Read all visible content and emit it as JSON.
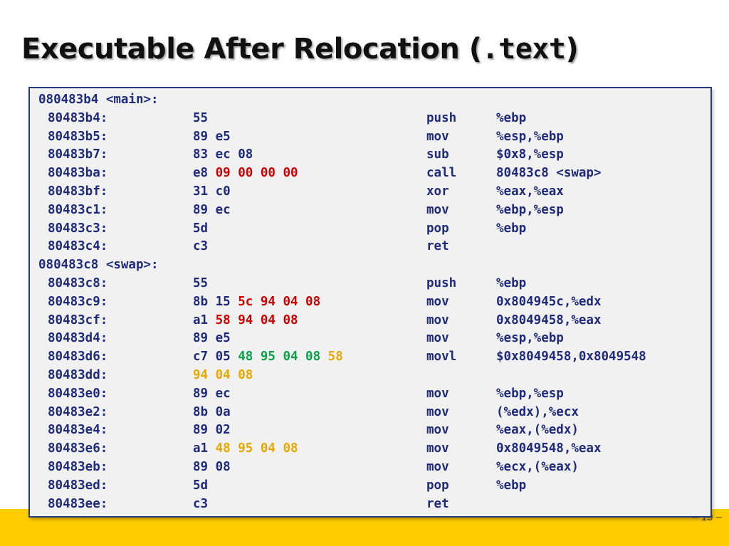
{
  "title": {
    "prefix": "Executable After Relocation (",
    "mono": ".text",
    "suffix": ")"
  },
  "page_number": "– 19 –",
  "colors": {
    "navy": "#1f2b7a",
    "red": "#cc0000",
    "green": "#0aa04a",
    "gold": "#e6a800",
    "footer": "#ffcc00"
  },
  "lines": [
    {
      "label": "080483b4 <main>:"
    },
    {
      "addr": "80483b4:",
      "bytes": [
        [
          "55",
          "navy"
        ]
      ],
      "op": "push",
      "args": "%ebp"
    },
    {
      "addr": "80483b5:",
      "bytes": [
        [
          "89",
          "navy"
        ],
        [
          "e5",
          "navy"
        ]
      ],
      "op": "mov",
      "args": "%esp,%ebp"
    },
    {
      "addr": "80483b7:",
      "bytes": [
        [
          "83",
          "navy"
        ],
        [
          "ec",
          "navy"
        ],
        [
          "08",
          "navy"
        ]
      ],
      "op": "sub",
      "args": "$0x8,%esp"
    },
    {
      "addr": "80483ba:",
      "bytes": [
        [
          "e8",
          "navy"
        ],
        [
          "09",
          "red"
        ],
        [
          "00",
          "red"
        ],
        [
          "00",
          "red"
        ],
        [
          "00",
          "red"
        ]
      ],
      "op": "call",
      "args": "80483c8 <swap>"
    },
    {
      "addr": "80483bf:",
      "bytes": [
        [
          "31",
          "navy"
        ],
        [
          "c0",
          "navy"
        ]
      ],
      "op": "xor",
      "args": "%eax,%eax"
    },
    {
      "addr": "80483c1:",
      "bytes": [
        [
          "89",
          "navy"
        ],
        [
          "ec",
          "navy"
        ]
      ],
      "op": "mov",
      "args": "%ebp,%esp"
    },
    {
      "addr": "80483c3:",
      "bytes": [
        [
          "5d",
          "navy"
        ]
      ],
      "op": "pop",
      "args": "%ebp"
    },
    {
      "addr": "80483c4:",
      "bytes": [
        [
          "c3",
          "navy"
        ]
      ],
      "op": "ret",
      "args": ""
    },
    {
      "label": "080483c8 <swap>:"
    },
    {
      "addr": "80483c8:",
      "bytes": [
        [
          "55",
          "navy"
        ]
      ],
      "op": "push",
      "args": "%ebp"
    },
    {
      "addr": "80483c9:",
      "bytes": [
        [
          "8b",
          "navy"
        ],
        [
          "15",
          "navy"
        ],
        [
          "5c",
          "red"
        ],
        [
          "94",
          "red"
        ],
        [
          "04",
          "red"
        ],
        [
          "08",
          "red"
        ]
      ],
      "op": "mov",
      "args": "0x804945c,%edx"
    },
    {
      "addr": "80483cf:",
      "bytes": [
        [
          "a1",
          "navy"
        ],
        [
          "58",
          "red"
        ],
        [
          "94",
          "red"
        ],
        [
          "04",
          "red"
        ],
        [
          "08",
          "red"
        ]
      ],
      "op": "mov",
      "args": "0x8049458,%eax"
    },
    {
      "addr": "80483d4:",
      "bytes": [
        [
          "89",
          "navy"
        ],
        [
          "e5",
          "navy"
        ]
      ],
      "op": "mov",
      "args": "%esp,%ebp"
    },
    {
      "addr": "80483d6:",
      "bytes": [
        [
          "c7",
          "navy"
        ],
        [
          "05",
          "navy"
        ],
        [
          "48",
          "green"
        ],
        [
          "95",
          "green"
        ],
        [
          "04",
          "green"
        ],
        [
          "08",
          "green"
        ],
        [
          "58",
          "gold"
        ]
      ],
      "op": "movl",
      "args": "$0x8049458,0x8049548"
    },
    {
      "addr": "80483dd:",
      "bytes": [
        [
          "94",
          "gold"
        ],
        [
          "04",
          "gold"
        ],
        [
          "08",
          "gold"
        ]
      ],
      "op": "",
      "args": ""
    },
    {
      "addr": "80483e0:",
      "bytes": [
        [
          "89",
          "navy"
        ],
        [
          "ec",
          "navy"
        ]
      ],
      "op": "mov",
      "args": "%ebp,%esp"
    },
    {
      "addr": "80483e2:",
      "bytes": [
        [
          "8b",
          "navy"
        ],
        [
          "0a",
          "navy"
        ]
      ],
      "op": "mov",
      "args": "(%edx),%ecx"
    },
    {
      "addr": "80483e4:",
      "bytes": [
        [
          "89",
          "navy"
        ],
        [
          "02",
          "navy"
        ]
      ],
      "op": "mov",
      "args": "%eax,(%edx)"
    },
    {
      "addr": "80483e6:",
      "bytes": [
        [
          "a1",
          "navy"
        ],
        [
          "48",
          "gold"
        ],
        [
          "95",
          "gold"
        ],
        [
          "04",
          "gold"
        ],
        [
          "08",
          "gold"
        ]
      ],
      "op": "mov",
      "args": "0x8049548,%eax"
    },
    {
      "addr": "80483eb:",
      "bytes": [
        [
          "89",
          "navy"
        ],
        [
          "08",
          "navy"
        ]
      ],
      "op": "mov",
      "args": "%ecx,(%eax)"
    },
    {
      "addr": "80483ed:",
      "bytes": [
        [
          "5d",
          "navy"
        ]
      ],
      "op": "pop",
      "args": "%ebp"
    },
    {
      "addr": "80483ee:",
      "bytes": [
        [
          "c3",
          "navy"
        ]
      ],
      "op": "ret",
      "args": ""
    }
  ]
}
